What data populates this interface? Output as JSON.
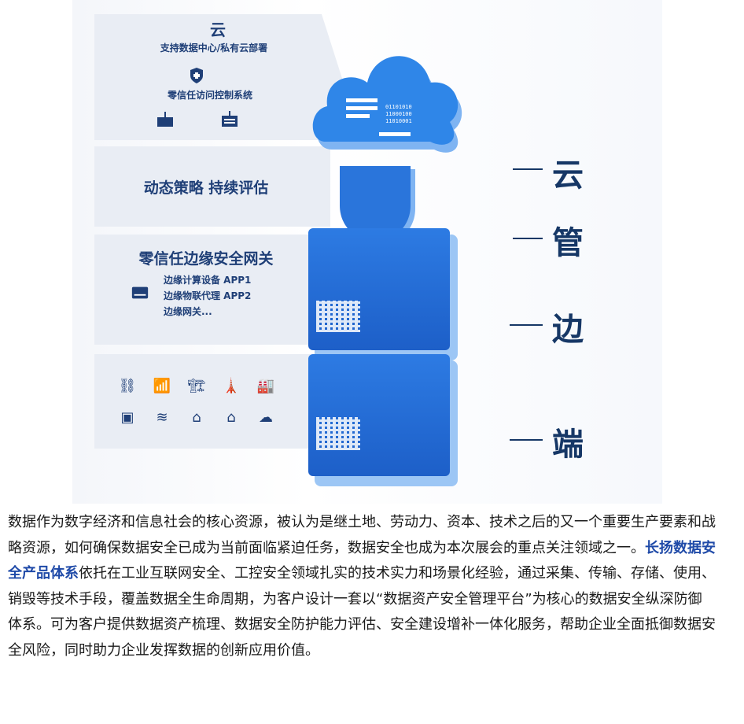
{
  "figure": {
    "band1": {
      "title": "云",
      "subtitle": "支持数据中心/私有云部署",
      "caption": "零信任访问控制系统"
    },
    "band2": {
      "title": "动态策略 持续评估"
    },
    "band3": {
      "title": "零信任边缘安全网关",
      "lines": [
        "边缘计算设备 APP1",
        "边缘物联代理 APP2",
        "边缘网关..."
      ]
    },
    "cloud_binary": [
      "01101010",
      "11000100",
      "11010001"
    ],
    "labels": {
      "cloud": "云",
      "pipe": "管",
      "edge": "边",
      "end": "端"
    },
    "icons": [
      "pipeline-icon",
      "router-icon",
      "crane-icon",
      "tower-icon",
      "factory-icon",
      "chip-icon",
      "wind-icon",
      "plant-icon",
      "workshop-icon",
      "cloud-rain-icon"
    ]
  },
  "paragraph": {
    "part1": "数据作为数字经济和信息社会的核心资源，被认为是继土地、劳动力、资本、技术之后的又一个重要生产要素和战略资源，如何确保数据安全已成为当前面临紧迫任务，数据安全也成为本次展会的重点关注领域之一。",
    "highlight": "长扬数据安全产品体系",
    "part2": "依托在工业互联网安全、工控安全领域扎实的技术实力和场景化经验，通过采集、传输、存储、使用、销毁等技术手段，覆盖数据全生命周期，为客户设计一套以“数据资产安全管理平台”为核心的数据安全纵深防御体系。可为客户提供数据资产梳理、数据安全防护能力评估、安全建设增补一体化服务，帮助企业全面抵御数据安全风险，同时助力企业发挥数据的创新应用价值。"
  },
  "colors": {
    "accent": "#1f4aa8",
    "dark": "#163766",
    "cube": "#2d7be3"
  }
}
